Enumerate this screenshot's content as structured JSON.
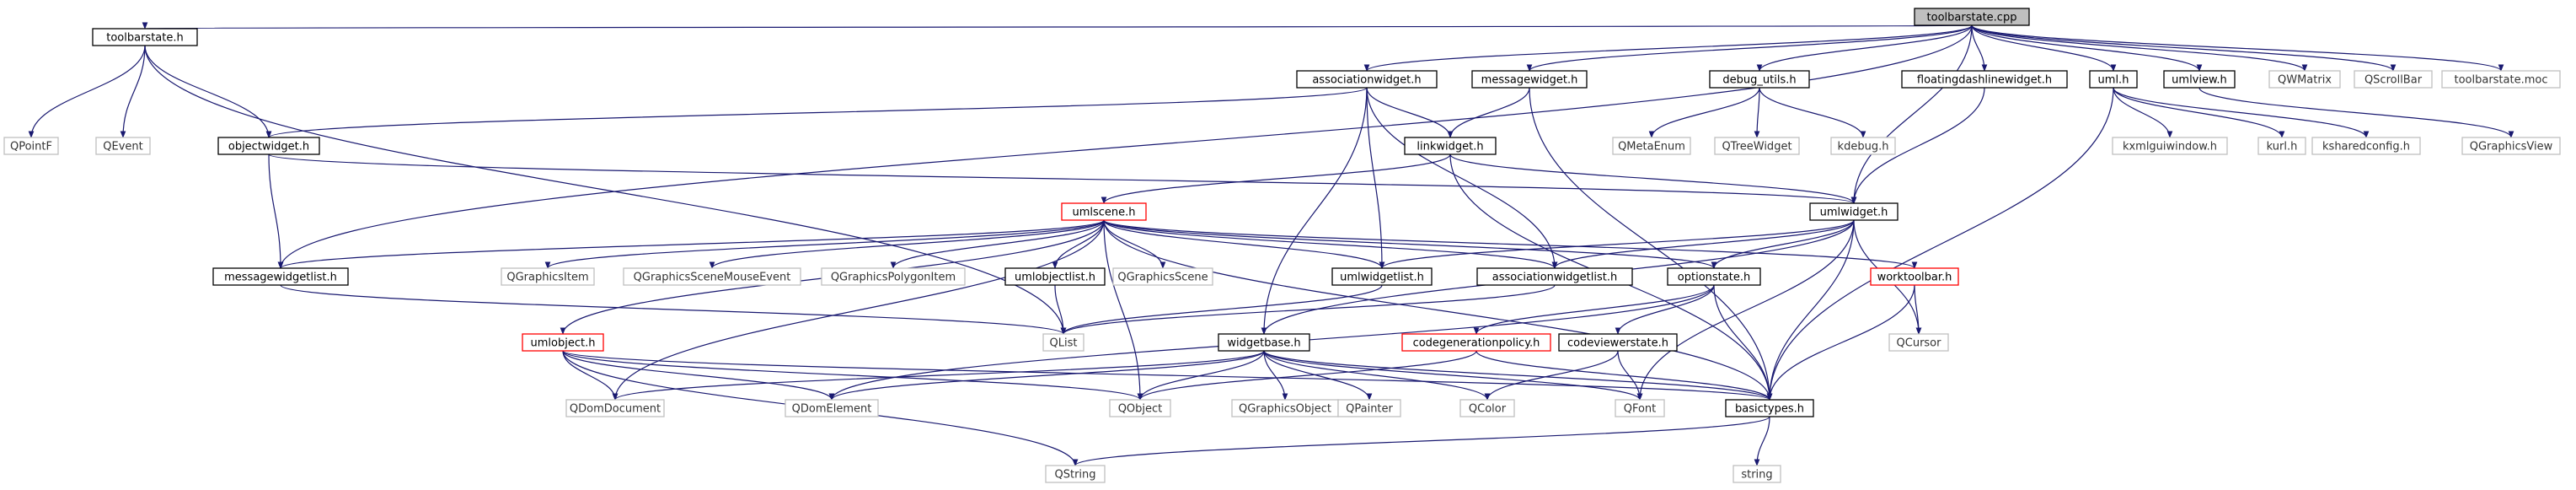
{
  "nodes": [
    {
      "id": "toolbarstate_cpp",
      "label": "toolbarstate.cpp",
      "kind": "root"
    },
    {
      "id": "toolbarstate_h",
      "label": "toolbarstate.h",
      "kind": "doc"
    },
    {
      "id": "associationwidget_h",
      "label": "associationwidget.h",
      "kind": "doc"
    },
    {
      "id": "messagewidget_h",
      "label": "messagewidget.h",
      "kind": "doc"
    },
    {
      "id": "debug_utils_h",
      "label": "debug_utils.h",
      "kind": "doc"
    },
    {
      "id": "floatingdashlinewidget_h",
      "label": "floatingdashlinewidget.h",
      "kind": "doc"
    },
    {
      "id": "uml_h",
      "label": "uml.h",
      "kind": "doc"
    },
    {
      "id": "umlview_h",
      "label": "umlview.h",
      "kind": "doc"
    },
    {
      "id": "QWMatrix",
      "label": "QWMatrix",
      "kind": "ext"
    },
    {
      "id": "QScrollBar",
      "label": "QScrollBar",
      "kind": "ext"
    },
    {
      "id": "toolbarstate_moc",
      "label": "toolbarstate.moc",
      "kind": "ext"
    },
    {
      "id": "QPointF",
      "label": "QPointF",
      "kind": "ext"
    },
    {
      "id": "QEvent",
      "label": "QEvent",
      "kind": "ext"
    },
    {
      "id": "objectwidget_h",
      "label": "objectwidget.h",
      "kind": "doc"
    },
    {
      "id": "linkwidget_h",
      "label": "linkwidget.h",
      "kind": "doc"
    },
    {
      "id": "QMetaEnum",
      "label": "QMetaEnum",
      "kind": "ext"
    },
    {
      "id": "QTreeWidget",
      "label": "QTreeWidget",
      "kind": "ext"
    },
    {
      "id": "kdebug_h",
      "label": "kdebug.h",
      "kind": "ext"
    },
    {
      "id": "kxmlguiwindow_h",
      "label": "kxmlguiwindow.h",
      "kind": "ext"
    },
    {
      "id": "kurl_h",
      "label": "kurl.h",
      "kind": "ext"
    },
    {
      "id": "ksharedconfig_h",
      "label": "ksharedconfig.h",
      "kind": "ext"
    },
    {
      "id": "QGraphicsView",
      "label": "QGraphicsView",
      "kind": "ext"
    },
    {
      "id": "umlscene_h",
      "label": "umlscene.h",
      "kind": "trunc"
    },
    {
      "id": "umlwidget_h",
      "label": "umlwidget.h",
      "kind": "doc"
    },
    {
      "id": "messagewidgetlist_h",
      "label": "messagewidgetlist.h",
      "kind": "doc"
    },
    {
      "id": "QGraphicsItem",
      "label": "QGraphicsItem",
      "kind": "ext"
    },
    {
      "id": "QGraphicsSceneMouseEvent",
      "label": "QGraphicsSceneMouseEvent",
      "kind": "ext"
    },
    {
      "id": "QGraphicsPolygonItem",
      "label": "QGraphicsPolygonItem",
      "kind": "ext"
    },
    {
      "id": "umlobjectlist_h",
      "label": "umlobjectlist.h",
      "kind": "doc"
    },
    {
      "id": "QGraphicsScene",
      "label": "QGraphicsScene",
      "kind": "ext"
    },
    {
      "id": "umlwidgetlist_h",
      "label": "umlwidgetlist.h",
      "kind": "doc"
    },
    {
      "id": "associationwidgetlist_h",
      "label": "associationwidgetlist.h",
      "kind": "doc"
    },
    {
      "id": "optionstate_h",
      "label": "optionstate.h",
      "kind": "doc"
    },
    {
      "id": "worktoolbar_h",
      "label": "worktoolbar.h",
      "kind": "trunc"
    },
    {
      "id": "umlobject_h",
      "label": "umlobject.h",
      "kind": "trunc"
    },
    {
      "id": "QList",
      "label": "QList",
      "kind": "ext"
    },
    {
      "id": "widgetbase_h",
      "label": "widgetbase.h",
      "kind": "doc"
    },
    {
      "id": "codegenerationpolicy_h",
      "label": "codegenerationpolicy.h",
      "kind": "trunc"
    },
    {
      "id": "codeviewerstate_h",
      "label": "codeviewerstate.h",
      "kind": "doc"
    },
    {
      "id": "QCursor",
      "label": "QCursor",
      "kind": "ext"
    },
    {
      "id": "QDomDocument",
      "label": "QDomDocument",
      "kind": "ext"
    },
    {
      "id": "QDomElement",
      "label": "QDomElement",
      "kind": "ext"
    },
    {
      "id": "QObject",
      "label": "QObject",
      "kind": "ext"
    },
    {
      "id": "QGraphicsObject",
      "label": "QGraphicsObject",
      "kind": "ext"
    },
    {
      "id": "QPainter",
      "label": "QPainter",
      "kind": "ext"
    },
    {
      "id": "QColor",
      "label": "QColor",
      "kind": "ext"
    },
    {
      "id": "QFont",
      "label": "QFont",
      "kind": "ext"
    },
    {
      "id": "basictypes_h",
      "label": "basictypes.h",
      "kind": "doc"
    },
    {
      "id": "QString",
      "label": "QString",
      "kind": "ext"
    },
    {
      "id": "string",
      "label": "string",
      "kind": "ext"
    }
  ],
  "edges": [
    [
      "toolbarstate_cpp",
      "toolbarstate_h"
    ],
    [
      "toolbarstate_cpp",
      "associationwidget_h"
    ],
    [
      "toolbarstate_cpp",
      "messagewidget_h"
    ],
    [
      "toolbarstate_cpp",
      "debug_utils_h"
    ],
    [
      "toolbarstate_cpp",
      "floatingdashlinewidget_h"
    ],
    [
      "toolbarstate_cpp",
      "uml_h"
    ],
    [
      "toolbarstate_cpp",
      "umlview_h"
    ],
    [
      "toolbarstate_cpp",
      "QWMatrix"
    ],
    [
      "toolbarstate_cpp",
      "QScrollBar"
    ],
    [
      "toolbarstate_cpp",
      "toolbarstate_moc"
    ],
    [
      "toolbarstate_cpp",
      "umlwidget_h"
    ],
    [
      "toolbarstate_cpp",
      "messagewidgetlist_h"
    ],
    [
      "toolbarstate_h",
      "QPointF"
    ],
    [
      "toolbarstate_h",
      "QEvent"
    ],
    [
      "toolbarstate_h",
      "objectwidget_h"
    ],
    [
      "toolbarstate_h",
      "QList"
    ],
    [
      "associationwidget_h",
      "objectwidget_h"
    ],
    [
      "associationwidget_h",
      "linkwidget_h"
    ],
    [
      "associationwidget_h",
      "umlwidgetlist_h"
    ],
    [
      "associationwidget_h",
      "associationwidgetlist_h"
    ],
    [
      "associationwidget_h",
      "widgetbase_h"
    ],
    [
      "messagewidget_h",
      "linkwidget_h"
    ],
    [
      "messagewidget_h",
      "basictypes_h"
    ],
    [
      "debug_utils_h",
      "QMetaEnum"
    ],
    [
      "debug_utils_h",
      "QTreeWidget"
    ],
    [
      "debug_utils_h",
      "kdebug_h"
    ],
    [
      "floatingdashlinewidget_h",
      "umlwidget_h"
    ],
    [
      "uml_h",
      "kxmlguiwindow_h"
    ],
    [
      "uml_h",
      "kurl_h"
    ],
    [
      "uml_h",
      "ksharedconfig_h"
    ],
    [
      "uml_h",
      "basictypes_h"
    ],
    [
      "umlview_h",
      "QGraphicsView"
    ],
    [
      "objectwidget_h",
      "messagewidgetlist_h"
    ],
    [
      "objectwidget_h",
      "umlwidget_h"
    ],
    [
      "linkwidget_h",
      "umlscene_h"
    ],
    [
      "linkwidget_h",
      "umlwidget_h"
    ],
    [
      "linkwidget_h",
      "basictypes_h"
    ],
    [
      "umlscene_h",
      "messagewidgetlist_h"
    ],
    [
      "umlscene_h",
      "QGraphicsItem"
    ],
    [
      "umlscene_h",
      "QGraphicsSceneMouseEvent"
    ],
    [
      "umlscene_h",
      "QGraphicsPolygonItem"
    ],
    [
      "umlscene_h",
      "umlobjectlist_h"
    ],
    [
      "umlscene_h",
      "QGraphicsScene"
    ],
    [
      "umlscene_h",
      "umlwidgetlist_h"
    ],
    [
      "umlscene_h",
      "associationwidgetlist_h"
    ],
    [
      "umlscene_h",
      "optionstate_h"
    ],
    [
      "umlscene_h",
      "worktoolbar_h"
    ],
    [
      "umlscene_h",
      "umlobject_h"
    ],
    [
      "umlscene_h",
      "QDomDocument"
    ],
    [
      "umlscene_h",
      "basictypes_h"
    ],
    [
      "umlscene_h",
      "QObject"
    ],
    [
      "umlwidget_h",
      "umlwidgetlist_h"
    ],
    [
      "umlwidget_h",
      "associationwidgetlist_h"
    ],
    [
      "umlwidget_h",
      "optionstate_h"
    ],
    [
      "umlwidget_h",
      "widgetbase_h"
    ],
    [
      "umlwidget_h",
      "QCursor"
    ],
    [
      "umlwidget_h",
      "QFont"
    ],
    [
      "umlwidget_h",
      "basictypes_h"
    ],
    [
      "messagewidgetlist_h",
      "QList"
    ],
    [
      "umlobjectlist_h",
      "QList"
    ],
    [
      "umlwidgetlist_h",
      "QList"
    ],
    [
      "associationwidgetlist_h",
      "QList"
    ],
    [
      "optionstate_h",
      "codegenerationpolicy_h"
    ],
    [
      "optionstate_h",
      "codeviewerstate_h"
    ],
    [
      "optionstate_h",
      "basictypes_h"
    ],
    [
      "optionstate_h",
      "QDomElement"
    ],
    [
      "worktoolbar_h",
      "QCursor"
    ],
    [
      "worktoolbar_h",
      "basictypes_h"
    ],
    [
      "umlobject_h",
      "QDomDocument"
    ],
    [
      "umlobject_h",
      "QDomElement"
    ],
    [
      "umlobject_h",
      "QObject"
    ],
    [
      "umlobject_h",
      "basictypes_h"
    ],
    [
      "umlobject_h",
      "QString"
    ],
    [
      "widgetbase_h",
      "QDomDocument"
    ],
    [
      "widgetbase_h",
      "QDomElement"
    ],
    [
      "widgetbase_h",
      "QObject"
    ],
    [
      "widgetbase_h",
      "QGraphicsObject"
    ],
    [
      "widgetbase_h",
      "QPainter"
    ],
    [
      "widgetbase_h",
      "QColor"
    ],
    [
      "widgetbase_h",
      "QFont"
    ],
    [
      "widgetbase_h",
      "basictypes_h"
    ],
    [
      "codegenerationpolicy_h",
      "QObject"
    ],
    [
      "codegenerationpolicy_h",
      "basictypes_h"
    ],
    [
      "codeviewerstate_h",
      "QColor"
    ],
    [
      "codeviewerstate_h",
      "QFont"
    ],
    [
      "basictypes_h",
      "QString"
    ],
    [
      "basictypes_h",
      "string"
    ]
  ]
}
